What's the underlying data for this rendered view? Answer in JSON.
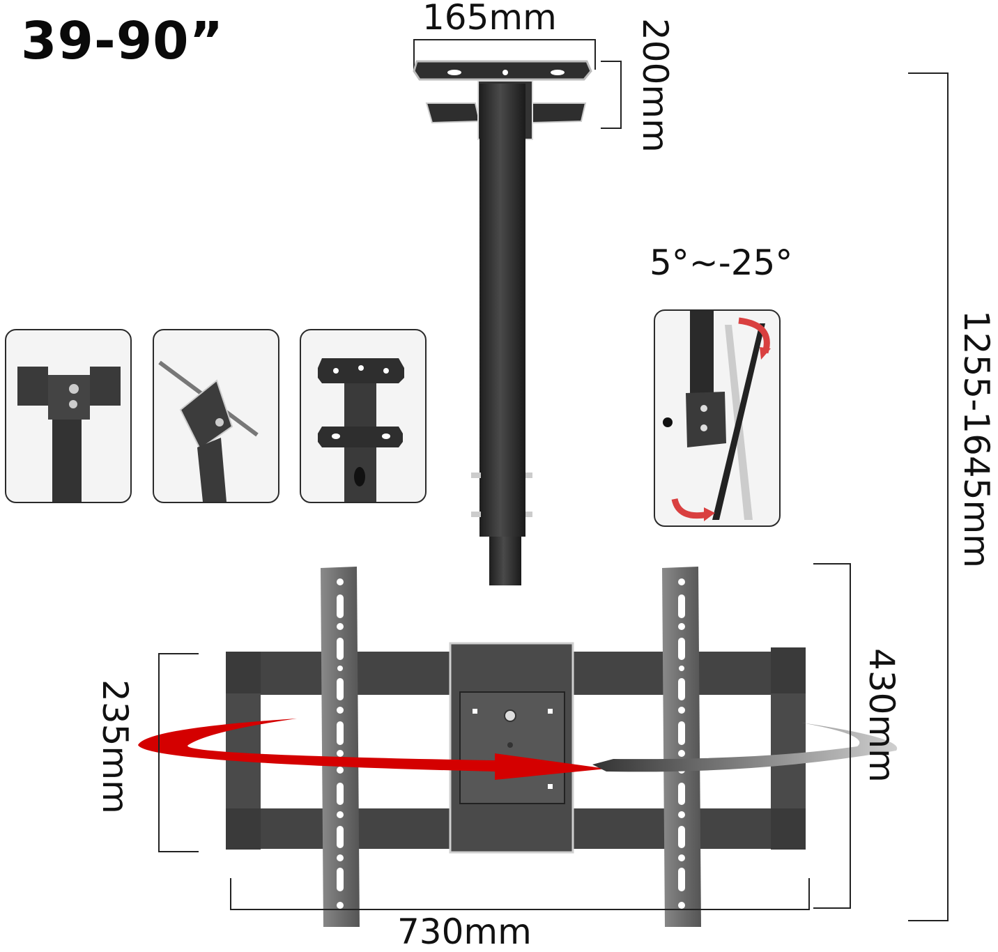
{
  "title": {
    "screen_size_range": "39-90”"
  },
  "dimensions": {
    "ceiling_plate_width": "165mm",
    "ceiling_plate_height": "200mm",
    "total_height_range": "1255-1645mm",
    "tilt_range": "5°~-25°",
    "bracket_height": "430mm",
    "frame_height": "235mm",
    "bracket_width": "730mm"
  },
  "detail_thumbnails": [
    {
      "name": "top-joint-detail"
    },
    {
      "name": "tilt-joint-detail"
    },
    {
      "name": "ceiling-plate-detail"
    }
  ],
  "tilt_thumbnail": {
    "name": "tilt-demo"
  },
  "colors": {
    "metal_dark": "#3a3a3a",
    "metal_mid": "#555555",
    "metal_light": "#7a7a7a",
    "rotation_arrow_red": "#d40000",
    "rotation_arrow_grey": "#666666",
    "line": "#222222",
    "thumb_bg": "#f4f4f4"
  }
}
